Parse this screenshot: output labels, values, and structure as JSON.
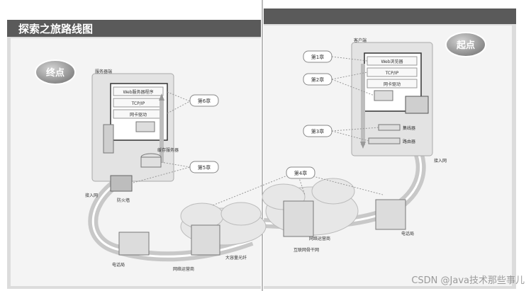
{
  "header": {
    "title": "探索之旅路线图"
  },
  "badges": {
    "end": "终点",
    "start": "起点"
  },
  "server": {
    "box_label": "服务器端",
    "layers": [
      "Web服务器程序",
      "TCP/IP",
      "网卡驱动"
    ],
    "cache_server": "缓存服务器",
    "firewall": "防火墙",
    "access_net": "接入网"
  },
  "client": {
    "box_label": "客户端",
    "layers": [
      "Web浏览器",
      "TCP/IP",
      "网卡驱动"
    ],
    "hub": "集线器",
    "router": "路由器",
    "access_net": "接入网"
  },
  "chapters": {
    "ch1": "第1章",
    "ch2": "第2章",
    "ch3": "第3章",
    "ch4": "第4章",
    "ch5": "第5章",
    "ch6": "第6章"
  },
  "network": {
    "left_phone": "电话局",
    "left_isp": "网络运营商",
    "backbone": "大容量光纤",
    "right_isp": "网络运营商",
    "right_backbone": "互联网骨干网",
    "right_phone": "电话局"
  },
  "watermark": "CSDN @Java技术那些事儿",
  "colors": {
    "header_bar": "#5a5a5a",
    "panel": "#eeeeee",
    "cable": "#d0d0d0",
    "badge": "#8f8f8f"
  }
}
